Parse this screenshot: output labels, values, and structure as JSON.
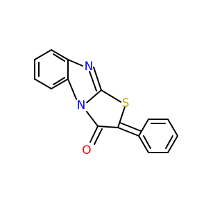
{
  "atoms": {
    "nitrogen_imine": {
      "symbol": "N",
      "color": "#0000ff"
    },
    "nitrogen_ring": {
      "symbol": "N",
      "color": "#0000ff"
    },
    "sulfur": {
      "symbol": "S",
      "color": "#c8a800"
    },
    "oxygen": {
      "symbol": "O",
      "color": "#ff0000"
    }
  },
  "colors": {
    "bond": "#000000",
    "background": "#ffffff"
  }
}
